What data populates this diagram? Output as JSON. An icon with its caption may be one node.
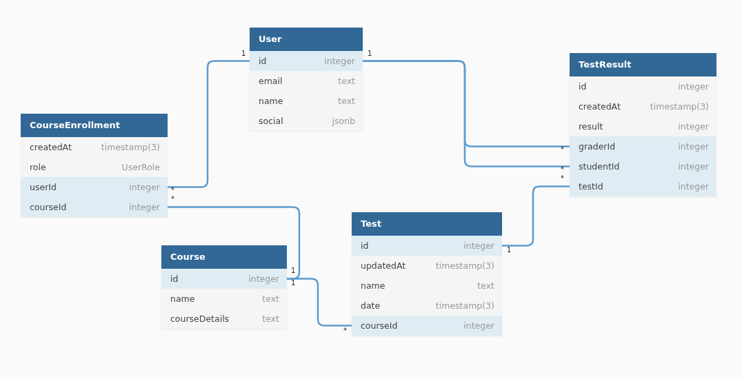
{
  "diagram": {
    "nodes": [
      {
        "text": [
          "User"
        ]
      },
      {
        "text": [
          "id",
          "integer"
        ],
        "in": 0
      },
      {
        "text": [
          "email",
          "text"
        ],
        "in": 0
      },
      {
        "text": [
          "name",
          "text"
        ],
        "in": 0
      },
      {
        "text": [
          "social",
          "jsonb"
        ],
        "in": 0
      },
      {
        "text": [
          "TestResult"
        ]
      },
      {
        "text": [
          "id",
          "integer"
        ],
        "in": 5
      },
      {
        "text": [
          "createdAt",
          "timestamp(3)"
        ],
        "in": 5
      },
      {
        "text": [
          "result",
          "integer"
        ],
        "in": 5
      },
      {
        "text": [
          "graderId",
          "integer"
        ],
        "in": 5
      },
      {
        "text": [
          "studentId",
          "integer"
        ],
        "in": 5
      },
      {
        "text": [
          "testId",
          "integer"
        ],
        "in": 5
      },
      {
        "text": [
          "CourseEnrollment"
        ]
      },
      {
        "text": [
          "createdAt",
          "timestamp(3)"
        ],
        "in": 12
      },
      {
        "text": [
          "role",
          "UserRole"
        ],
        "in": 12
      },
      {
        "text": [
          "userId",
          "integer"
        ],
        "in": 12
      },
      {
        "text": [
          "courseId",
          "integer"
        ],
        "in": 12
      },
      {
        "text": [
          "Test"
        ]
      },
      {
        "text": [
          "id",
          "integer"
        ],
        "in": 17
      },
      {
        "text": [
          "updatedAt",
          "timestamp(3)"
        ],
        "in": 17
      },
      {
        "text": [
          "name",
          "text"
        ],
        "in": 17
      },
      {
        "text": [
          "date",
          "timestamp(3)"
        ],
        "in": 17
      },
      {
        "text": [
          "courseId",
          "integer"
        ],
        "in": 17
      },
      {
        "text": [
          "Course"
        ]
      },
      {
        "text": [
          "id",
          "integer"
        ],
        "in": 23
      },
      {
        "text": [
          "name",
          "text"
        ],
        "in": 23
      },
      {
        "text": [
          "courseDetails",
          "text"
        ],
        "in": 23
      }
    ],
    "edges": [
      {
        "from": 1,
        "to": 15,
        "arrow": "none"
      },
      {
        "from": 16,
        "to": 24,
        "arrow": "none"
      },
      {
        "from": 24,
        "to": 22,
        "arrow": "none"
      },
      {
        "from": 1,
        "to": 9,
        "arrow": "none"
      },
      {
        "from": 1,
        "to": 10,
        "arrow": "none"
      },
      {
        "from": 18,
        "to": 11,
        "arrow": "none"
      }
    ],
    "labels": [
      "1",
      "1",
      "*",
      "*",
      "*",
      "*",
      "*",
      "1",
      "1",
      "1",
      "*"
    ]
  }
}
